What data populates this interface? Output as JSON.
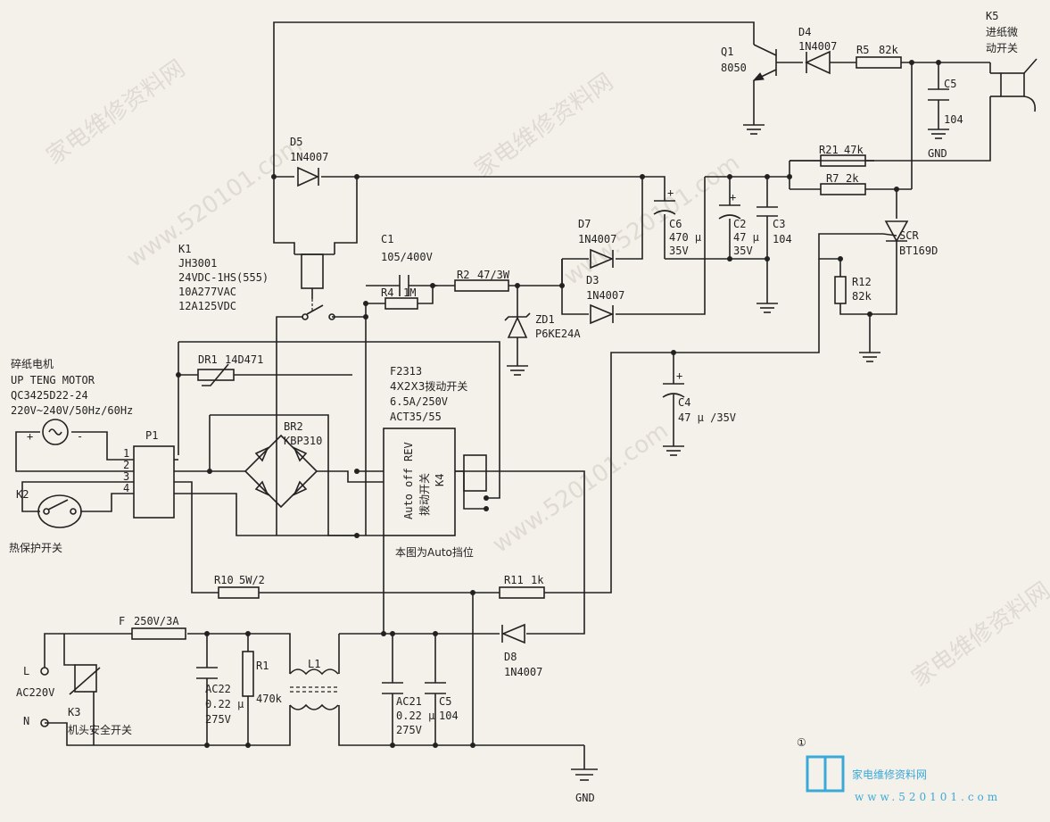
{
  "components": {
    "q1": {
      "ref": "Q1",
      "value": "8050"
    },
    "d4": {
      "ref": "D4",
      "value": "1N4007"
    },
    "r5": {
      "ref": "R5",
      "value": "82k"
    },
    "k5": {
      "ref": "K5",
      "line1": "进纸微",
      "line2": "动开关"
    },
    "c5_top": {
      "ref": "C5",
      "value": "104"
    },
    "gnd_top": "GND",
    "d5": {
      "ref": "D5",
      "value": "1N4007"
    },
    "r21": {
      "ref": "R21",
      "value": "47k"
    },
    "r7": {
      "ref": "R7",
      "value": "2k"
    },
    "c6": {
      "ref": "C6",
      "value": "470 μ",
      "voltage": "35V"
    },
    "c2": {
      "ref": "C2",
      "value": "47 μ",
      "voltage": "35V"
    },
    "c3": {
      "ref": "C3",
      "value": "104"
    },
    "d7": {
      "ref": "D7",
      "value": "1N4007"
    },
    "d3": {
      "ref": "D3",
      "value": "1N4007"
    },
    "scr": {
      "ref": "SCR",
      "value": "BT169D"
    },
    "k1": {
      "ref": "K1",
      "l1": "JH3001",
      "l2": "24VDC-1HS(555)",
      "l3": "10A277VAC",
      "l4": "12A125VDC"
    },
    "c1": {
      "ref": "C1",
      "value": "105/400V"
    },
    "r4": {
      "ref": "R4",
      "value": "1M"
    },
    "r2": {
      "ref": "R2",
      "value": "47/3W"
    },
    "zd1": {
      "ref": "ZD1",
      "value": "P6KE24A"
    },
    "r12": {
      "ref": "R12",
      "value": "82k"
    },
    "motor": {
      "l1": "碎纸电机",
      "l2": "UP TENG MOTOR",
      "l3": "QC3425D22-24",
      "l4": "220V~240V/50Hz/60Hz",
      "plus": "+",
      "minus": "-"
    },
    "dr1": {
      "ref": "DR1",
      "value": "14D471"
    },
    "p1": {
      "ref": "P1",
      "pins": [
        "1",
        "2",
        "3",
        "4"
      ]
    },
    "br2": {
      "ref": "BR2",
      "value": "KBP310"
    },
    "f2313": {
      "l1": "F2313",
      "l2": "4X2X3拨动开关",
      "l3": "6.5A/250V",
      "l4": "ACT35/55"
    },
    "k4": {
      "l1": "Auto off REV",
      "l2": "拨动开关",
      "l3": "K4"
    },
    "k4_note": "本图为Auto挡位",
    "c4": {
      "ref": "C4",
      "value": "47 μ /35V"
    },
    "k2": {
      "ref": "K2",
      "label": "热保护开关"
    },
    "r10": {
      "ref": "R10",
      "value": "5W/2"
    },
    "r11": {
      "ref": "R11",
      "value": "1k"
    },
    "fuse": {
      "ref": "F",
      "value": "250V/3A"
    },
    "line_l": "L",
    "ac220": "AC220V",
    "line_n": "N",
    "k3": {
      "ref": "K3",
      "label": "机头安全开关"
    },
    "ac22": {
      "ref": "AC22",
      "value": "0.22 μ",
      "voltage": "275V"
    },
    "r1": {
      "ref": "R1",
      "value": "470k"
    },
    "l1": {
      "ref": "L1"
    },
    "ac21": {
      "ref": "AC21",
      "value": "0.22 μ",
      "voltage": "275V"
    },
    "c5_bot": {
      "ref": "C5",
      "value": "104"
    },
    "d8": {
      "ref": "D8",
      "value": "1N4007"
    },
    "gnd_bot": "GND",
    "fig_no": "①"
  },
  "watermark": {
    "site_cn": "家电维修资料网",
    "site_url": "www.520101.com",
    "logo_cn": "家电维修资料网",
    "logo_url": "www.520101.com"
  }
}
